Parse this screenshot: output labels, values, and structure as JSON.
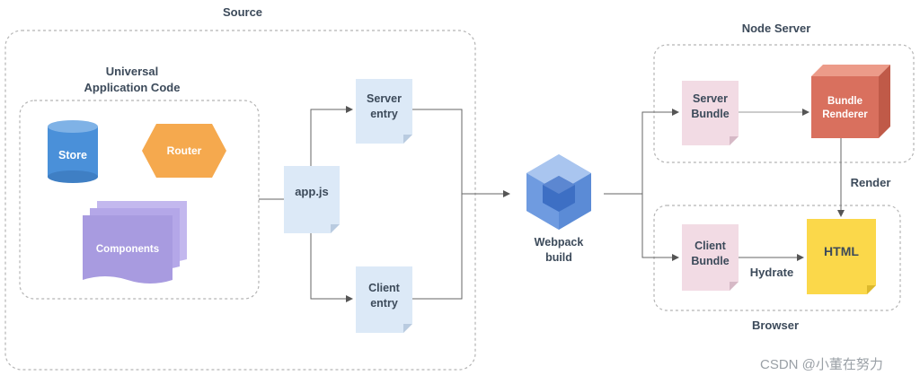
{
  "source": {
    "title": "Source"
  },
  "universal": {
    "title_line1": "Universal",
    "title_line2": "Application Code"
  },
  "nodes": {
    "store": "Store",
    "router": "Router",
    "components": "Components",
    "appjs": "app.js",
    "server_entry_1": "Server",
    "server_entry_2": "entry",
    "client_entry_1": "Client",
    "client_entry_2": "entry",
    "webpack_1": "Webpack",
    "webpack_2": "build",
    "server_bundle_1": "Server",
    "server_bundle_2": "Bundle",
    "bundle_renderer_1": "Bundle",
    "bundle_renderer_2": "Renderer",
    "client_bundle_1": "Client",
    "client_bundle_2": "Bundle",
    "html": "HTML"
  },
  "node_server": {
    "title": "Node Server"
  },
  "browser": {
    "title": "Browser"
  },
  "edges": {
    "render": "Render",
    "hydrate": "Hydrate"
  },
  "watermark": "CSDN @小董在努力",
  "colors": {
    "paper_blue": "#dce9f7",
    "paper_pink": "#f2dbe4",
    "renderer_red": "#d9705e",
    "html_yellow": "#fbd84a",
    "store_blue": "#4a90d9",
    "router_orange": "#f5a94e",
    "components_purple": "#a89be0",
    "webpack_blue": "#5b8bd6"
  }
}
